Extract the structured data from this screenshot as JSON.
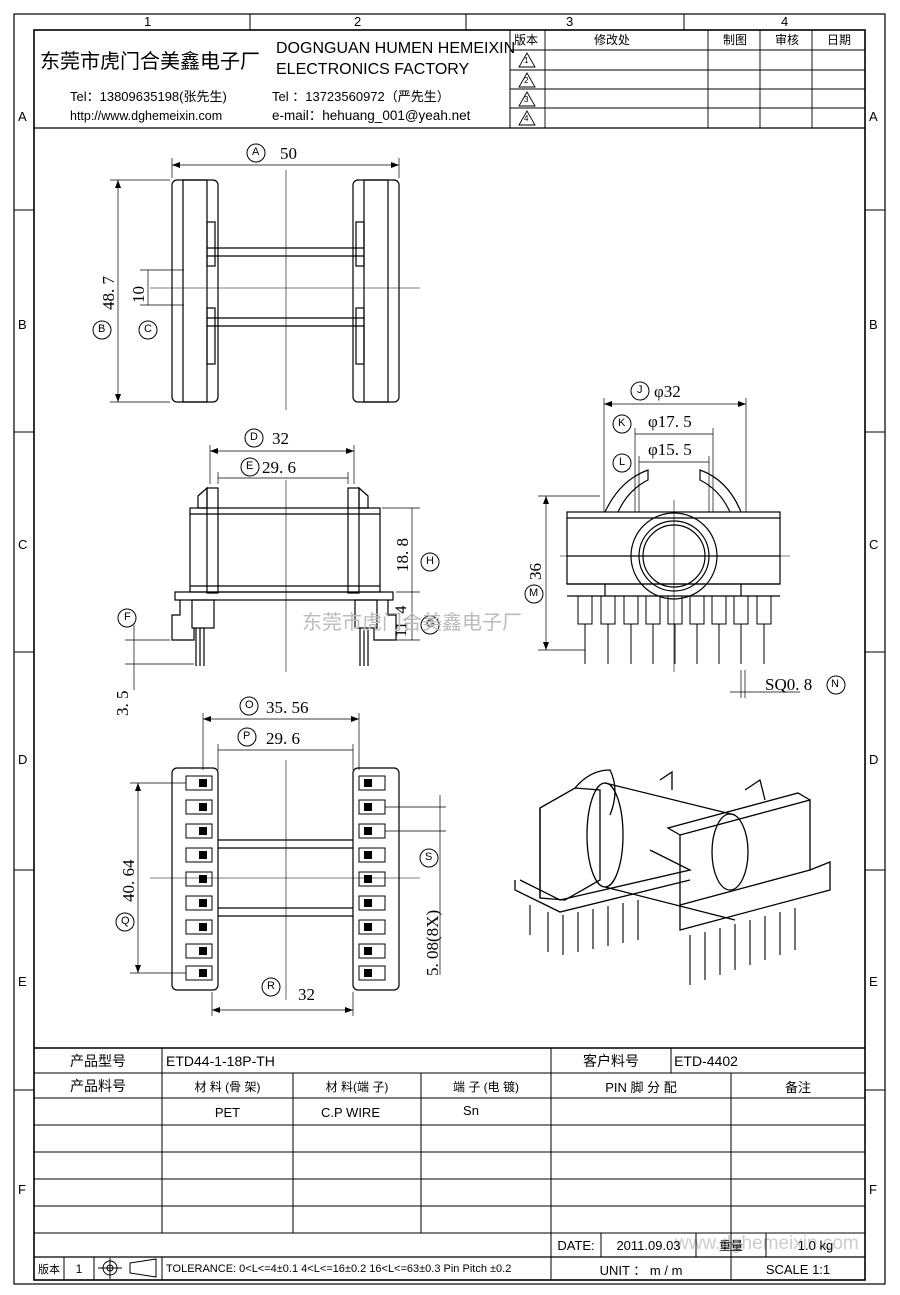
{
  "frame": {
    "columns": [
      "1",
      "2",
      "3",
      "4"
    ],
    "rows": [
      "A",
      "B",
      "C",
      "D",
      "E",
      "F"
    ]
  },
  "company": {
    "name_cn": "东莞市虎门合美鑫电子厂",
    "name_en_1": "DOGNGUAN HUMEN HEMEIXIN",
    "name_en_2": "ELECTRONICS FACTORY",
    "tel1": "Tel：13809635198(张先生)",
    "tel2": "Tel ：13723560972（严先生）",
    "website": "http://www.dghemeixin.com",
    "email": "e-mail：hehuang_001@yeah.net"
  },
  "revision_table": {
    "headers": [
      "版本",
      "修改处",
      "制图",
      "审核",
      "日期"
    ],
    "versions": [
      "1",
      "2",
      "3",
      "4"
    ]
  },
  "top_view": {
    "label_A": "A",
    "dim_A": "50",
    "label_B": "B",
    "dim_B": "48. 7",
    "label_C": "C",
    "dim_C": "10"
  },
  "side_view": {
    "label_D": "D",
    "dim_D": "32",
    "label_E": "E",
    "dim_E": "29. 6",
    "label_H": "H",
    "dim_H": "18. 8",
    "label_G": "G",
    "dim_G": "11. 4",
    "label_F": "F",
    "dim_F": "3. 5"
  },
  "end_view": {
    "label_J": "J",
    "dim_J": "φ32",
    "label_K": "K",
    "dim_K": "φ17. 5",
    "label_L": "L",
    "dim_L": "φ15. 5",
    "label_M": "M",
    "dim_M": "36",
    "label_N": "N",
    "dim_N": "SQ0. 8"
  },
  "bottom_view": {
    "label_O": "O",
    "dim_O": "35. 56",
    "label_P": "P",
    "dim_P": "29. 6",
    "label_Q": "Q",
    "dim_Q": "40. 64",
    "label_R": "R",
    "dim_R": "32",
    "label_S": "S",
    "dim_S": "5. 08(8X)"
  },
  "watermark": "东莞市虎门合美鑫电子厂",
  "watermark_url": "www.dghemeixin.com",
  "info_table": {
    "product_model_label": "产品型号",
    "product_model": "ETD44-1-18P-TH",
    "customer_part_label": "客户料号",
    "customer_part": "ETD-4402",
    "product_part_label": "产品料号",
    "material_bobbin_label": "材 料 (骨 架)",
    "material_pin_label": "材 料(端 子)",
    "plating_label": "端 子 (电 镀)",
    "pin_assign_label": "PIN 脚 分 配",
    "remark_label": "备注",
    "material_bobbin": "PET",
    "material_pin": "C.P WIRE",
    "plating": "Sn",
    "date_label": "DATE:",
    "date": "2011.09.03",
    "weight_label": "重量",
    "weight": "1.0 kg",
    "version_label": "版本",
    "version": "1",
    "tolerance": "TOLERANCE:  0<L<=4±0.1  4<L<=16±0.2  16<L<=63±0.3  Pin Pitch  ±0.2",
    "unit": "UNIT ： m / m",
    "scale": "SCALE   1:1"
  }
}
